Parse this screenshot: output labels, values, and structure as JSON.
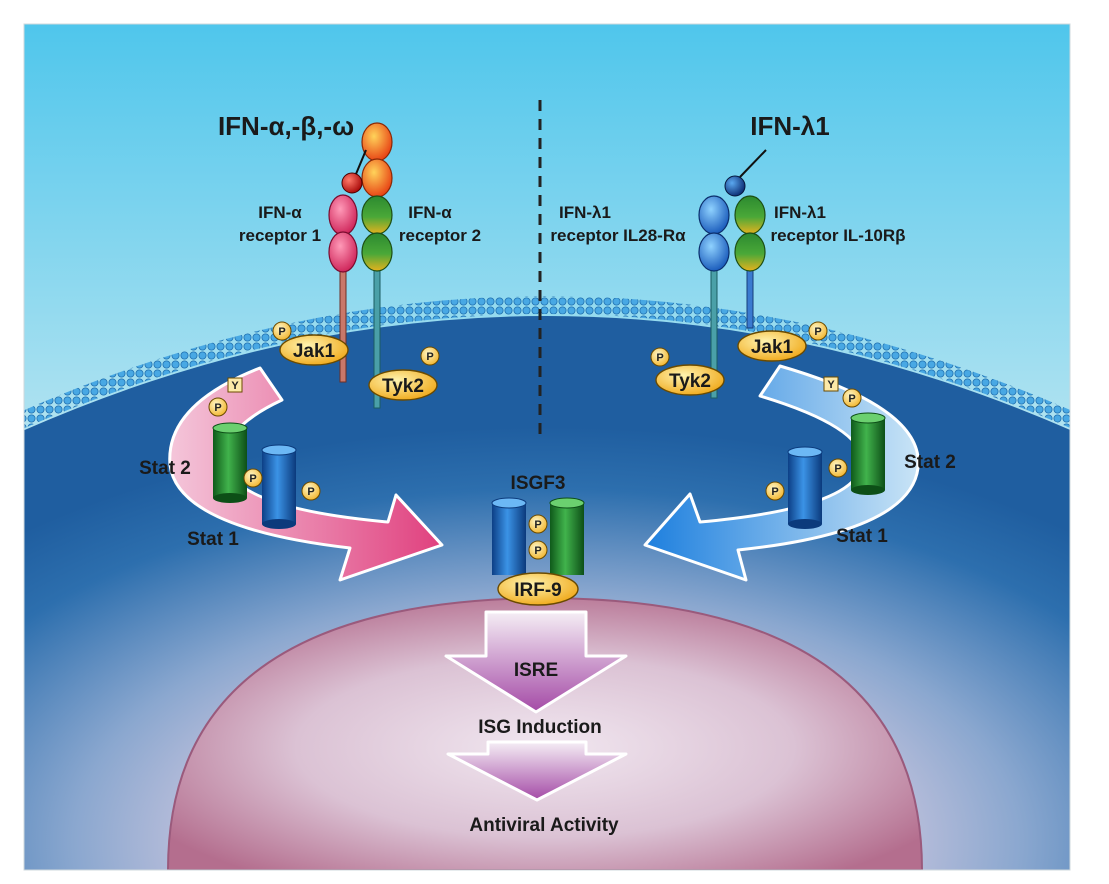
{
  "ligands": {
    "left": "IFN-α,-β,-ω",
    "right": "IFN-λ1"
  },
  "receptors": {
    "left_r1": [
      "IFN-α",
      "receptor 1"
    ],
    "left_r2": [
      "IFN-α",
      "receptor 2"
    ],
    "right_r1": [
      "IFN-λ1",
      "receptor IL28-Rα"
    ],
    "right_r2": [
      "IFN-λ1",
      "receptor IL-10Rβ"
    ]
  },
  "kinases": {
    "jak1": "Jak1",
    "tyk2": "Tyk2"
  },
  "markers": {
    "phospho": "P",
    "tyrosine": "Y"
  },
  "stats": {
    "stat1": "Stat 1",
    "stat2": "Stat 2"
  },
  "complex": {
    "isgf3": "ISGF3",
    "irf9": "IRF-9"
  },
  "nucleus": {
    "isre": "ISRE",
    "induction": "ISG Induction",
    "activity": "Antiviral Activity"
  },
  "colors": {
    "extracellular_top": "#4fc6ec",
    "cytoplasm": "#1f5ea0",
    "nucleus": "#c07a98",
    "stat1_blue": "#1d6fc8",
    "stat2_green": "#1f8a2c",
    "kinase_yellow": "#f6c021",
    "left_arrow": "#e0508a",
    "right_arrow": "#2e8be0"
  }
}
